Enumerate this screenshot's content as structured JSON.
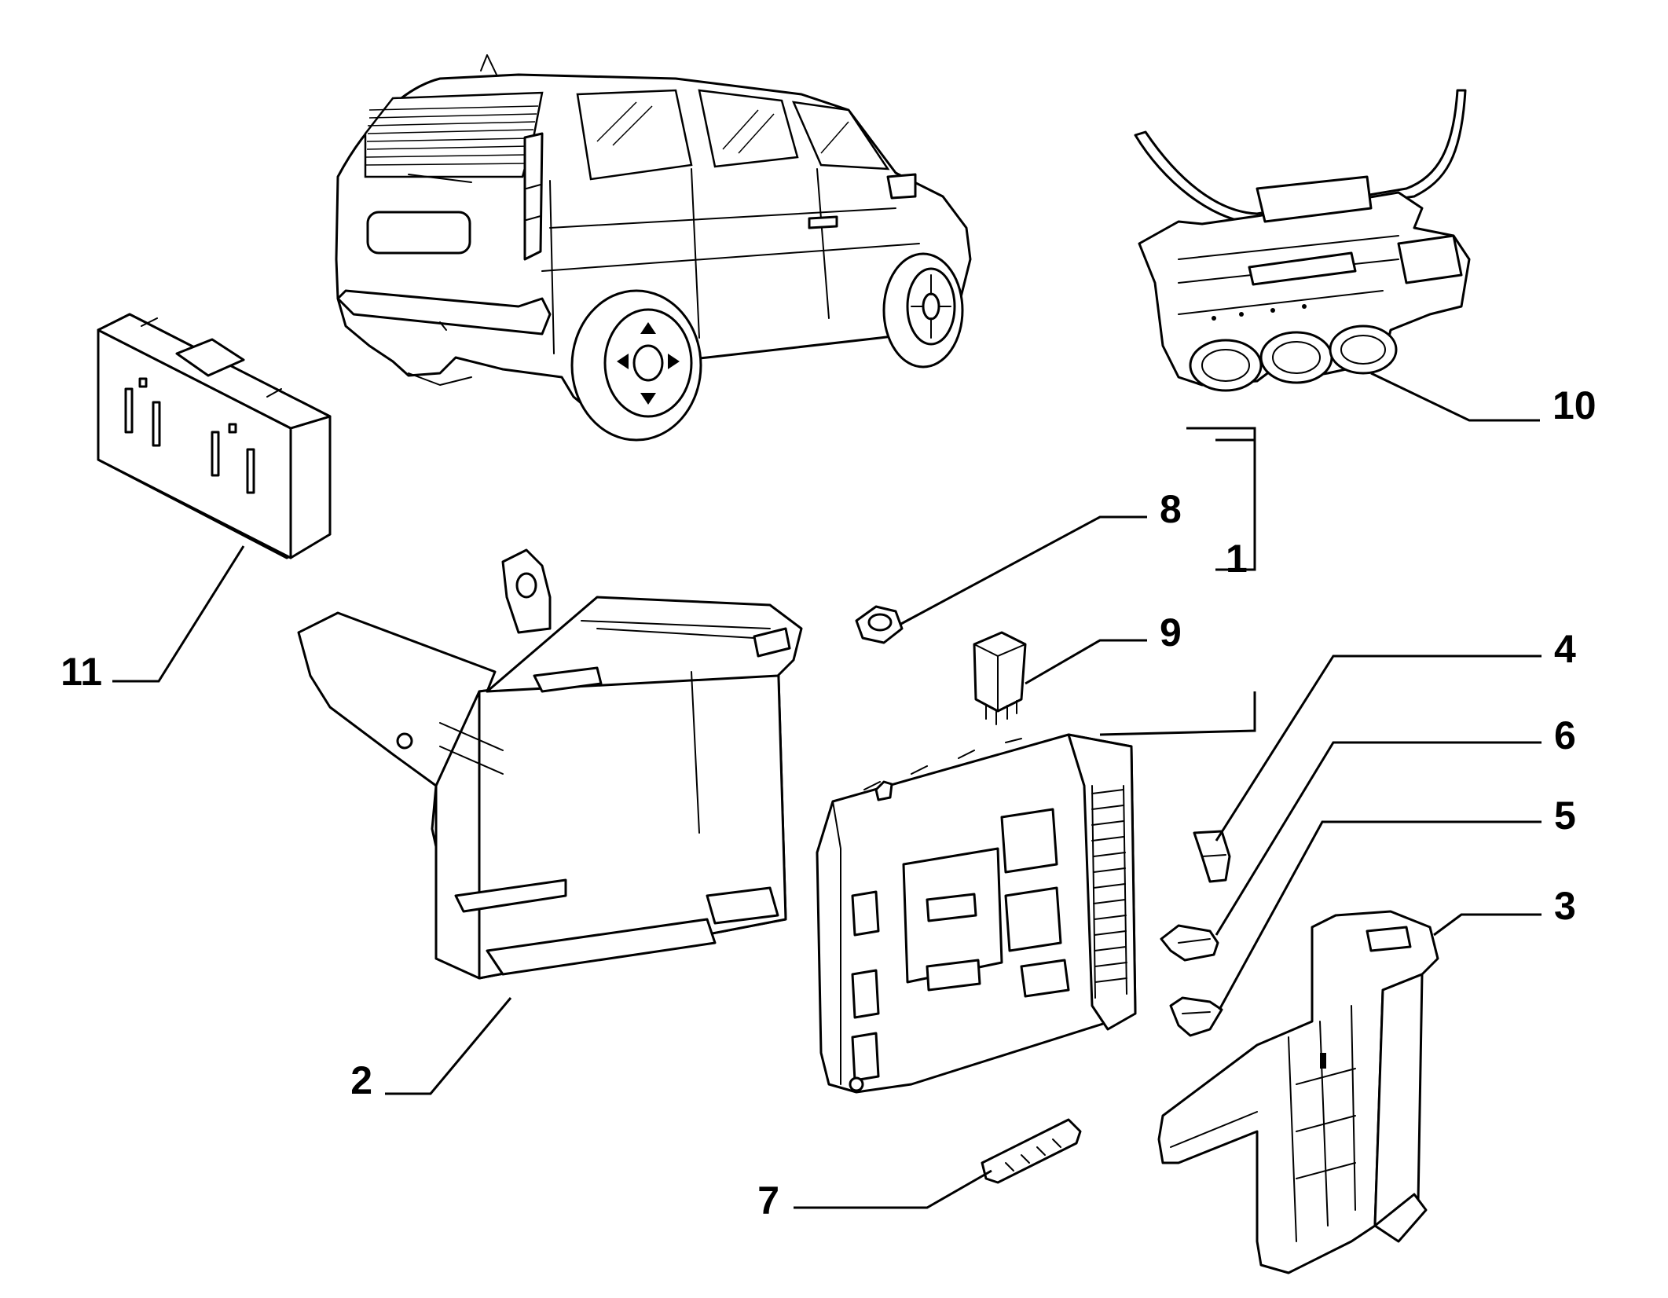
{
  "callouts": [
    "1",
    "2",
    "3",
    "4",
    "5",
    "6",
    "7",
    "8",
    "9",
    "10",
    "11"
  ],
  "colors": {
    "line": "#000000",
    "background": "#ffffff"
  }
}
